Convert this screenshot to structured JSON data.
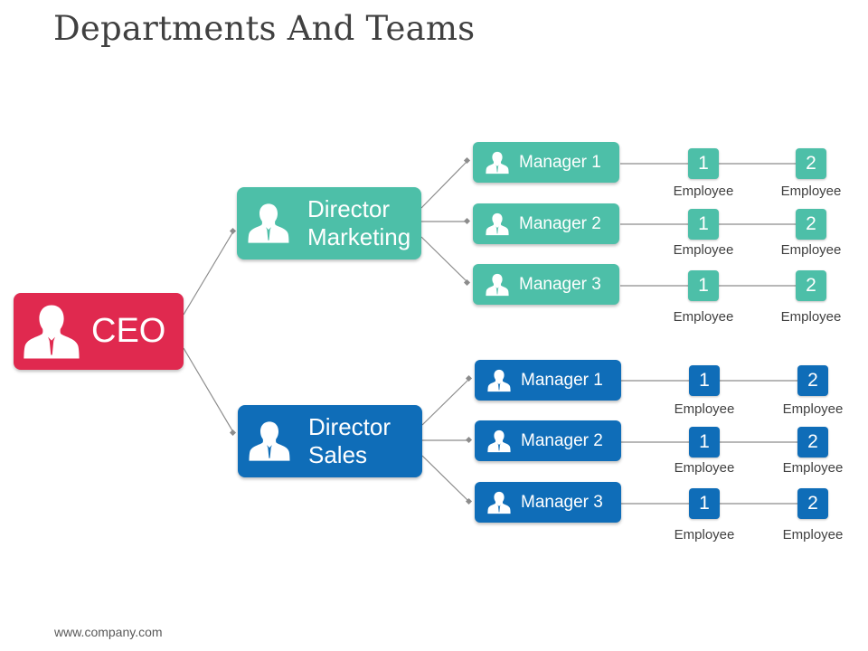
{
  "title": "Departments And Teams",
  "footer": "www.company.com",
  "colors": {
    "ceo": "#E0294F",
    "marketing": "#4DBFA8",
    "sales": "#0F6DB8",
    "connector": "#8C8C8C"
  },
  "ceo": {
    "label": "CEO",
    "icon": "person-icon"
  },
  "departments": [
    {
      "director_line1": "Director",
      "director_line2": "Marketing",
      "managers": [
        {
          "label": "Manager 1",
          "employees": [
            {
              "number": "1",
              "label": "Employee"
            },
            {
              "number": "2",
              "label": "Employee"
            }
          ]
        },
        {
          "label": "Manager 2",
          "employees": [
            {
              "number": "1",
              "label": "Employee"
            },
            {
              "number": "2",
              "label": "Employee"
            }
          ]
        },
        {
          "label": "Manager 3",
          "employees": [
            {
              "number": "1",
              "label": "Employee"
            },
            {
              "number": "2",
              "label": "Employee"
            }
          ]
        }
      ]
    },
    {
      "director_line1": "Director",
      "director_line2": "Sales",
      "managers": [
        {
          "label": "Manager 1",
          "employees": [
            {
              "number": "1",
              "label": "Employee"
            },
            {
              "number": "2",
              "label": "Employee"
            }
          ]
        },
        {
          "label": "Manager 2",
          "employees": [
            {
              "number": "1",
              "label": "Employee"
            },
            {
              "number": "2",
              "label": "Employee"
            }
          ]
        },
        {
          "label": "Manager 3",
          "employees": [
            {
              "number": "1",
              "label": "Employee"
            },
            {
              "number": "2",
              "label": "Employee"
            }
          ]
        }
      ]
    }
  ]
}
